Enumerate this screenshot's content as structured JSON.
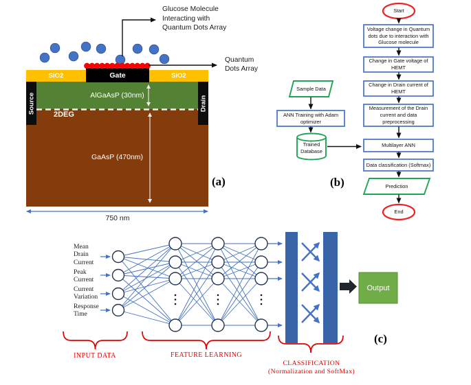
{
  "colors": {
    "accent_blue": "#4472C4",
    "bar_blue": "#3A64A8",
    "node_stroke": "#24354D",
    "flow_border": "#4472C4",
    "flow_green": "#1FA453",
    "flow_red": "#EE2222",
    "brace_red": "#E50000",
    "sio2_yellow": "#FFC000",
    "barrier_green": "#548235",
    "substrate_brown": "#843C0C",
    "quantum_dot_red": "#FF0000",
    "glucose_blue": "#4472C4",
    "output_green": "#70AD47"
  },
  "panel_a": {
    "glucose_annotation": "Glucose Molecule\nInteracting with\nQuantum Dots Array",
    "quantum_dots_annotation": "Quantum\nDots Array",
    "sio2_left": "SiO2",
    "gate": "Gate",
    "sio2_right": "SiO2",
    "source": "Source",
    "drain": "Drain",
    "barrier_layer": "AlGaAsP (30nm)",
    "channel": "2DEG",
    "substrate": "GaAsP (470nm)",
    "device_width": "750 nm",
    "label": "(a)"
  },
  "panel_b": {
    "start": "Start",
    "box_voltage": "Voltage change in Quantum dots due to interaction with Glucose molecule",
    "box_gate": "Change in Gate voltage of HEMT",
    "box_drain": "Change in Drain current of HEMT",
    "box_measure": "Measurement of the Drain current and data preprocessing",
    "box_ann": "Multilayer ANN",
    "box_class": "Data classification (Softmax)",
    "prediction": "Prediction",
    "end": "End",
    "sample_data": "Sample Data",
    "ann_training": "ANN Training with Adam optimizer",
    "trained_db": "Trained\nDatabase",
    "label": "(b)"
  },
  "panel_c": {
    "input_labels": [
      "Mean\nDrain\nCurrent",
      "Peak\nCurrent",
      "Current\nVariation",
      "Response\nTime"
    ],
    "output": "Output",
    "section_input": "INPUT DATA",
    "section_feature": "FEATURE LEARNING",
    "section_classification": "CLASSIFICATION\n(Normalization and SoftMax)",
    "label": "(c)"
  }
}
